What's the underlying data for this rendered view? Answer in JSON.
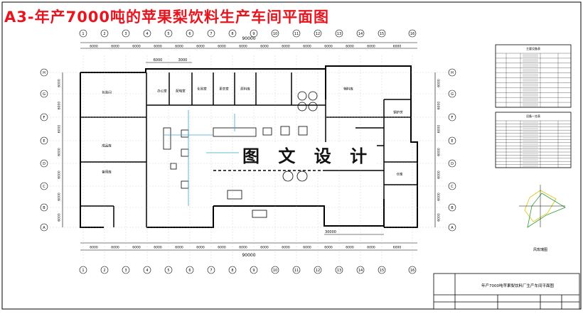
{
  "title": "A3-年产7000吨的苹果梨饮料生产车间平面图",
  "watermark": "图 文 设 计",
  "top_dims": [
    "6000",
    "6000",
    "6000",
    "6000",
    "6000",
    "6000",
    "6000",
    "6000",
    "6000",
    "6000",
    "6000",
    "6000",
    "6000",
    "6000",
    "6000"
  ],
  "top_total": "90000",
  "bottom_dims": [
    "6000",
    "6000",
    "6000",
    "6000",
    "6000",
    "6000",
    "6000",
    "6000",
    "6000",
    "6000",
    "6000",
    "6000",
    "6000",
    "6000",
    "6000"
  ],
  "bottom_total": "90000",
  "inner_dims": [
    "6000",
    "3000"
  ],
  "inner_dim_bottom": "30000",
  "side_dims": [
    "6000",
    "6000",
    "6000",
    "6000",
    "6000",
    "6000",
    "6000"
  ],
  "col_labels": [
    "1",
    "2",
    "3",
    "4",
    "5",
    "6",
    "7",
    "8",
    "9",
    "10",
    "11",
    "12",
    "13",
    "14",
    "15",
    "16"
  ],
  "row_labels": [
    "H",
    "G",
    "F",
    "E",
    "D",
    "C",
    "B",
    "A"
  ],
  "rooms": [
    "包装间",
    "成品库",
    "备用库",
    "办公室",
    "配电室",
    "化验室",
    "更衣室",
    "原料库",
    "辅料库",
    "锅炉房",
    "仓库"
  ],
  "table1": {
    "title": "主要设备表",
    "rows": [
      "",
      "",
      "",
      "",
      "",
      "",
      "",
      "",
      "",
      "",
      ""
    ]
  },
  "table2": {
    "title": "设备一览表",
    "rows": [
      "",
      "",
      "",
      "",
      "",
      "",
      "",
      "",
      "",
      "",
      "",
      "",
      "",
      "",
      ""
    ]
  },
  "wind_rose_label": "风玫瑰图",
  "title_block": {
    "main": "年产7000吨苹果梨饮料厂生产车间平面图"
  }
}
